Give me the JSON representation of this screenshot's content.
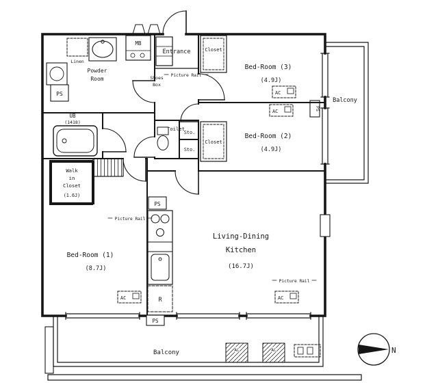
{
  "plan": {
    "rooms": {
      "entrance": "Entrance",
      "bedroom3": {
        "name": "Bed-Room (3)",
        "size": "(4.9J)"
      },
      "bedroom2": {
        "name": "Bed-Room (2)",
        "size": "(4.9J)"
      },
      "bedroom1": {
        "name": "Bed-Room (1)",
        "size": "(8.7J)"
      },
      "ldk": {
        "name_line1": "Living-Dining",
        "name_line2": "Kitchen",
        "size": "(16.7J)"
      },
      "powder_room": {
        "line1": "Powder",
        "line2": "Room"
      },
      "unit_bath": {
        "line1": "UB",
        "line2": "(1418)"
      },
      "toilet": "Toilet",
      "walk_in_closet": {
        "line1": "Walk",
        "line2": "in",
        "line3": "Closet",
        "line4": "(1.6J)"
      },
      "closet": "Closet",
      "storage": "Sto.",
      "linen": "Linen",
      "shoes_box": {
        "line1": "Shoes",
        "line2": "Box"
      },
      "balcony": "Balcony"
    },
    "labels": {
      "meter_box": "MB",
      "pipe_space": "PS",
      "air_con": "AC",
      "refrigerator": "R",
      "picture_rail": "Picture Rail",
      "north": "N"
    },
    "colors": {
      "ink": "#161616",
      "paper": "#ffffff"
    }
  }
}
